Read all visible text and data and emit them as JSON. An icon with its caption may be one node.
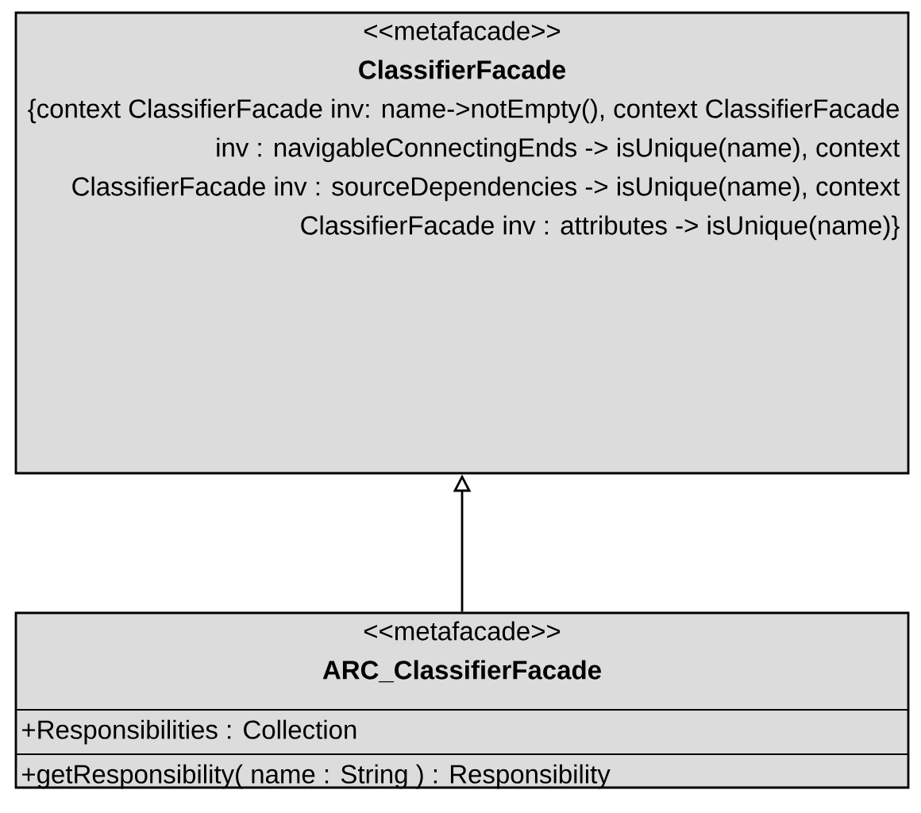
{
  "diagram": {
    "nodes": [
      {
        "text": [
          "<<metafacade>>",
          "ClassifierFacade",
          "{context ClassifierFacade inv: name->notEmpty(), context ClassifierFacade inv : navigableConnectingEnds -> isUnique(name), context ClassifierFacade inv : sourceDependencies -> isUnique(name), context ClassifierFacade inv : attributes -> isUnique(name)}"
        ]
      },
      {
        "text": [
          "<<metafacade>>",
          "ARC_ClassifierFacade",
          "+Responsibilities : Collection",
          "+getResponsibility( name : String ) : Responsibility"
        ]
      }
    ],
    "edges": [
      {
        "from": 1,
        "to": 0,
        "arrow": "to"
      }
    ]
  }
}
